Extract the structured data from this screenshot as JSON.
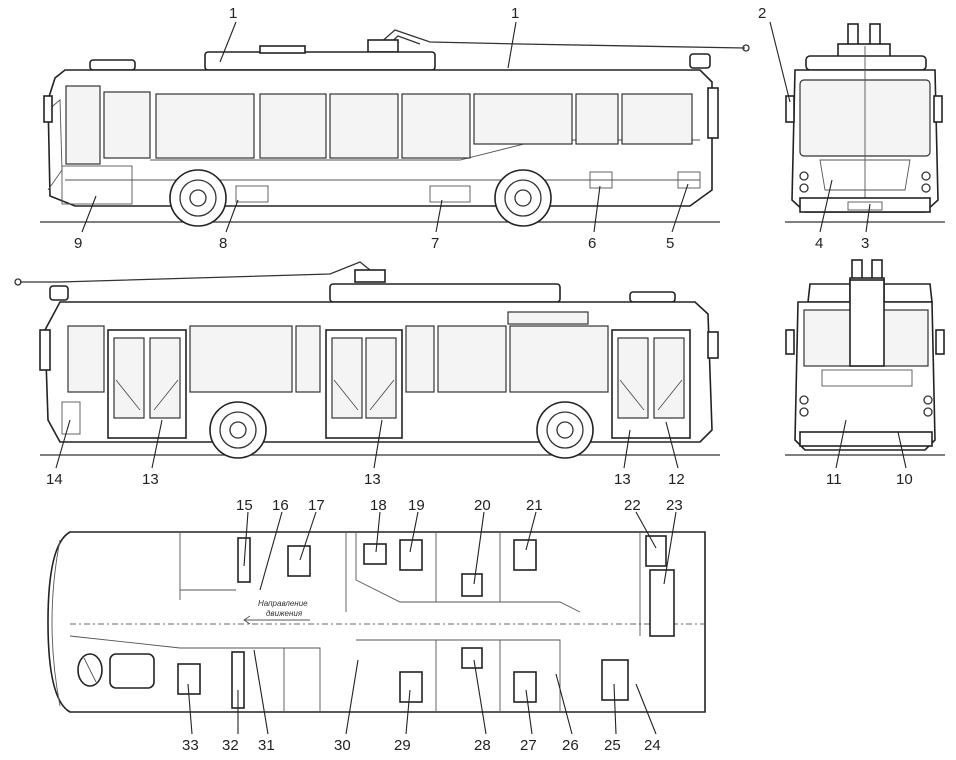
{
  "figure": {
    "callouts": {
      "c1": "1",
      "c2": "2",
      "c3": "3",
      "c4": "4",
      "c5": "5",
      "c6": "6",
      "c7": "7",
      "c8": "8",
      "c9": "9",
      "c10": "10",
      "c11": "11",
      "c12": "12",
      "c13": "13",
      "c14": "14",
      "c15": "15",
      "c16": "16",
      "c17": "17",
      "c18": "18",
      "c19": "19",
      "c20": "20",
      "c21": "21",
      "c22": "22",
      "c23": "23",
      "c24": "24",
      "c25": "25",
      "c26": "26",
      "c27": "27",
      "c28": "28",
      "c29": "29",
      "c30": "30",
      "c31": "31",
      "c32": "32",
      "c33": "33"
    },
    "direction_label_line1": "Направление",
    "direction_label_line2": "движения"
  }
}
